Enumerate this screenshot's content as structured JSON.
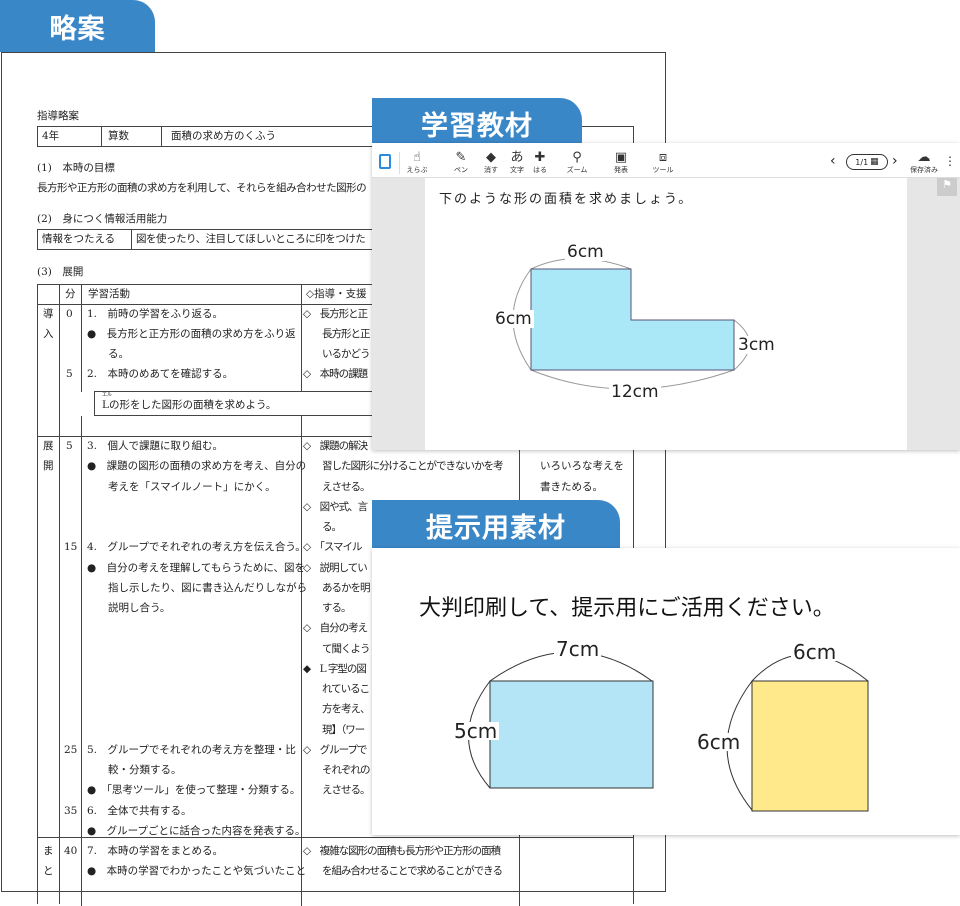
{
  "tabs": {
    "plan": "略案",
    "material": "学習教材",
    "display": "提示用素材"
  },
  "doc": {
    "title": "指導略案",
    "info": [
      "4年",
      "算数",
      "面積の求め方のくふう"
    ],
    "goal_heading": "(1)　本時の目標",
    "goal_text": "長方形や正方形の面積の求め方を利用して、それらを組み合わせた図形の",
    "skill_heading": "(2)　身につく情報活用能力",
    "skill": [
      "情報をつたえる",
      "図を使ったり、注目してほしいところに印をつけた"
    ],
    "flow_heading": "(3)　展開",
    "headers": [
      "分",
      "学習活動",
      "◇指導・支援"
    ],
    "box_ruby": "エル",
    "box_text": "Lの形をした図形の面積を求めよう。",
    "intro": {
      "sec": [
        "導",
        "入",
        "",
        ""
      ],
      "min": [
        "0",
        "",
        "",
        "5"
      ],
      "act": [
        "1.　前時の学習をふり返る。",
        "●　長方形と正方形の面積の求め方をふり返",
        "　　る。",
        "2.　本時のめあてを確認する。"
      ],
      "guide": [
        "◇　長方形と正",
        "　　長方形と正",
        "　　いるかどう",
        "◇　本時の課題"
      ]
    },
    "main": {
      "sec": [
        "展",
        "開",
        "",
        "",
        "",
        "",
        "",
        "",
        "",
        "",
        "",
        "",
        "",
        "",
        "",
        "",
        "",
        "",
        "",
        "",
        "ま",
        "と"
      ],
      "min": [
        "5",
        "",
        "",
        "",
        "",
        "15",
        "",
        "",
        "",
        "",
        "",
        "",
        "",
        "",
        "",
        "25",
        "",
        "",
        "35",
        "",
        "40",
        ""
      ],
      "act": [
        "3.　個人で課題に取り組む。",
        "●　課題の図形の面積の求め方を考え、自分の",
        "　　考えを「スマイルノート」にかく。",
        "",
        "",
        "4.　グループでそれぞれの考え方を伝え合う。",
        "●　自分の考えを理解してもらうために、図を",
        "　　指し示したり、図に書き込んだりしながら",
        "　　説明し合う。",
        "",
        "",
        "",
        "",
        "",
        "",
        "5.　グループでそれぞれの考え方を整理・比",
        "　　較・分類する。",
        "●　「思考ツール」を使って整理・分類する。",
        "6.　全体で共有する。",
        "●　グループごとに話合った内容を発表する。",
        "7.　本時の学習をまとめる。",
        "●　本時の学習でわかったことや気づいたこと"
      ],
      "guide": [
        "◇　課題の解決",
        "　　習した図形に分けることができないかを考",
        "　　えさせる。",
        "◇　図や式、言",
        "　　る。",
        "◇　「スマイル",
        "◇　説明してい",
        "　　あるかを明",
        "　　する。",
        "◇　自分の考え",
        "　　て聞くよう",
        "◆　L 字型の図",
        "　　れているこ",
        "　　方を考え、",
        "　　現】（ワー",
        "◇　グループで",
        "　　それぞれの",
        "　　えさせる。",
        "",
        "",
        "◇　複雑な図形の面積も長方形や正方形の面積",
        "　　を組み合わせることで求めることができる"
      ],
      "note": [
        "",
        "いろいろな考えを",
        "書きためる。",
        "",
        "",
        "",
        "",
        "",
        "",
        "",
        "",
        "",
        "",
        "",
        "",
        "",
        "",
        "",
        "",
        "",
        "",
        ""
      ]
    }
  },
  "toolbar": {
    "items": [
      {
        "label": "えらぶ",
        "icon": "pointer-icon",
        "glyph": "☝"
      },
      {
        "label": "ペン",
        "icon": "pen-icon",
        "glyph": "✎"
      },
      {
        "label": "消す",
        "icon": "eraser-icon",
        "glyph": "◆"
      },
      {
        "label": "文字",
        "icon": "text-icon",
        "glyph": "あ"
      },
      {
        "label": "はる",
        "icon": "paste-icon",
        "glyph": "✚"
      },
      {
        "label": "ズーム",
        "icon": "zoom-icon",
        "glyph": "⚲"
      },
      {
        "label": "発表",
        "icon": "present-icon",
        "glyph": "▣"
      },
      {
        "label": "ツール",
        "icon": "toolbox-icon",
        "glyph": "⧈"
      }
    ],
    "page": "1/1",
    "saved": "保存済み"
  },
  "material": {
    "question": "下のような形の面積を求めましょう。",
    "top": "6cm",
    "left": "6cm",
    "right": "3cm",
    "bottom": "12cm",
    "fill": "#aae8f8"
  },
  "display": {
    "instruction": "大判印刷して、提示用にご活用ください。",
    "rect": {
      "w": "7cm",
      "h": "5cm",
      "fill": "#b4e5f6"
    },
    "square": {
      "w": "6cm",
      "h": "6cm",
      "fill": "#ffe98a"
    }
  }
}
